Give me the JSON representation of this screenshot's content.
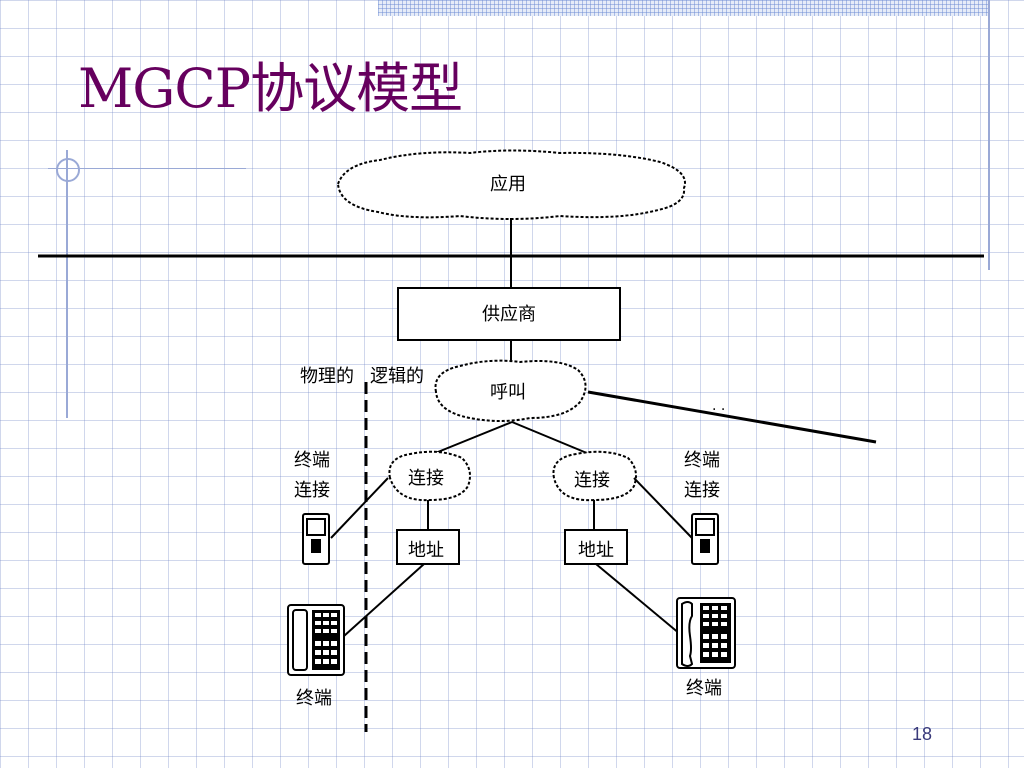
{
  "slide": {
    "title": "MGCP协议模型",
    "page_number": "18"
  },
  "diagram": {
    "application": "应用",
    "vendor": "供应商",
    "call": "呼叫",
    "physical_label": "物理的",
    "logical_label": "逻辑的",
    "connection_left": "连接",
    "connection_right": "连接",
    "address_left": "地址",
    "address_right": "地址",
    "terminal_connection_left": [
      "终端",
      "连接"
    ],
    "terminal_connection_right": [
      "终端",
      "连接"
    ],
    "terminal_left": "终端",
    "terminal_right": "终端",
    "ellipsis": ". ."
  }
}
